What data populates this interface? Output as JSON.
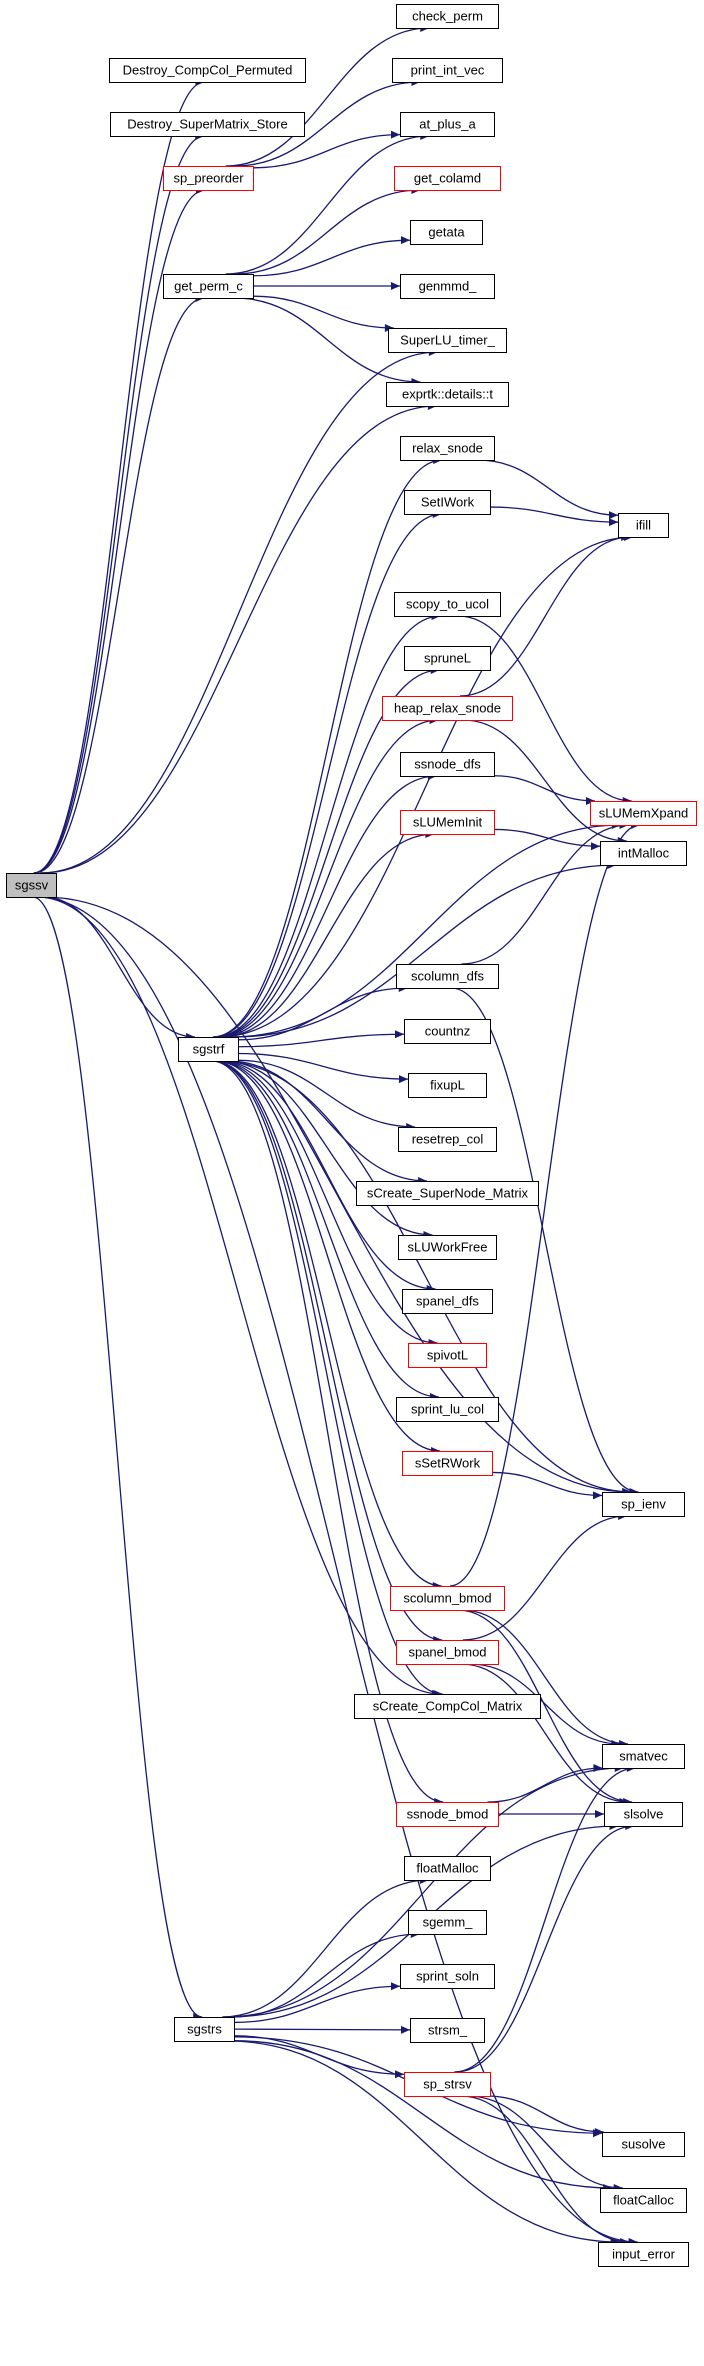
{
  "colors": {
    "edge": "#191970",
    "node_border": "#000000",
    "node_border_red": "#ff0000",
    "root_fill": "#bfbfbf",
    "node_fill": "#ffffff",
    "text": "#000000"
  },
  "nodes": [
    {
      "id": "sgssv",
      "label": "sgssv",
      "root": true
    },
    {
      "id": "destroy_compcol_permuted",
      "label": "Destroy_CompCol_Permuted"
    },
    {
      "id": "destroy_supermatrix_store",
      "label": "Destroy_SuperMatrix_Store"
    },
    {
      "id": "sp_preorder",
      "label": "sp_preorder",
      "red": true
    },
    {
      "id": "get_perm_c",
      "label": "get_perm_c"
    },
    {
      "id": "check_perm",
      "label": "check_perm"
    },
    {
      "id": "print_int_vec",
      "label": "print_int_vec"
    },
    {
      "id": "at_plus_a",
      "label": "at_plus_a"
    },
    {
      "id": "get_colamd",
      "label": "get_colamd",
      "red": true
    },
    {
      "id": "getata",
      "label": "getata"
    },
    {
      "id": "genmmd",
      "label": "genmmd_"
    },
    {
      "id": "superlu_timer",
      "label": "SuperLU_timer_"
    },
    {
      "id": "exprtk_t",
      "label": "exprtk::details::t"
    },
    {
      "id": "relax_snode",
      "label": "relax_snode"
    },
    {
      "id": "setiwork",
      "label": "SetIWork"
    },
    {
      "id": "ifill",
      "label": "ifill"
    },
    {
      "id": "scopy_to_ucol",
      "label": "scopy_to_ucol"
    },
    {
      "id": "spruneL",
      "label": "spruneL"
    },
    {
      "id": "heap_relax_snode",
      "label": "heap_relax_snode",
      "red": true
    },
    {
      "id": "ssnode_dfs",
      "label": "ssnode_dfs"
    },
    {
      "id": "slumemxpand",
      "label": "sLUMemXpand",
      "red": true
    },
    {
      "id": "slumeminit",
      "label": "sLUMemInit",
      "red": true
    },
    {
      "id": "intmalloc",
      "label": "intMalloc"
    },
    {
      "id": "scolumn_dfs",
      "label": "scolumn_dfs"
    },
    {
      "id": "sgstrf",
      "label": "sgstrf"
    },
    {
      "id": "countnz",
      "label": "countnz"
    },
    {
      "id": "fixupL",
      "label": "fixupL"
    },
    {
      "id": "resetrep_col",
      "label": "resetrep_col"
    },
    {
      "id": "screate_supernode_matrix",
      "label": "sCreate_SuperNode_Matrix"
    },
    {
      "id": "sluworkfree",
      "label": "sLUWorkFree"
    },
    {
      "id": "spanel_dfs",
      "label": "spanel_dfs"
    },
    {
      "id": "spivotL",
      "label": "spivotL",
      "red": true
    },
    {
      "id": "sprint_lu_col",
      "label": "sprint_lu_col"
    },
    {
      "id": "ssetrwork",
      "label": "sSetRWork",
      "red": true
    },
    {
      "id": "sp_ienv",
      "label": "sp_ienv"
    },
    {
      "id": "scolumn_bmod",
      "label": "scolumn_bmod",
      "red": true
    },
    {
      "id": "spanel_bmod",
      "label": "spanel_bmod",
      "red": true
    },
    {
      "id": "screate_compcol_matrix",
      "label": "sCreate_CompCol_Matrix"
    },
    {
      "id": "smatvec",
      "label": "smatvec"
    },
    {
      "id": "ssnode_bmod",
      "label": "ssnode_bmod",
      "red": true
    },
    {
      "id": "slsolve",
      "label": "slsolve"
    },
    {
      "id": "floatmalloc",
      "label": "floatMalloc"
    },
    {
      "id": "sgemm",
      "label": "sgemm_"
    },
    {
      "id": "sprint_soln",
      "label": "sprint_soln"
    },
    {
      "id": "sgstrs",
      "label": "sgstrs"
    },
    {
      "id": "strsm",
      "label": "strsm_"
    },
    {
      "id": "sp_strsv",
      "label": "sp_strsv",
      "red": true
    },
    {
      "id": "susolve",
      "label": "susolve"
    },
    {
      "id": "floatcalloc",
      "label": "floatCalloc"
    },
    {
      "id": "input_error",
      "label": "input_error"
    }
  ],
  "edges": [
    [
      "sgssv",
      "destroy_compcol_permuted"
    ],
    [
      "sgssv",
      "destroy_supermatrix_store"
    ],
    [
      "sgssv",
      "sp_preorder"
    ],
    [
      "sgssv",
      "get_perm_c"
    ],
    [
      "sgssv",
      "superlu_timer"
    ],
    [
      "sgssv",
      "exprtk_t"
    ],
    [
      "sgssv",
      "sgstrf"
    ],
    [
      "sgssv",
      "sp_ienv"
    ],
    [
      "sgssv",
      "screate_compcol_matrix"
    ],
    [
      "sgssv",
      "sgstrs"
    ],
    [
      "sgssv",
      "input_error"
    ],
    [
      "sp_preorder",
      "check_perm"
    ],
    [
      "sp_preorder",
      "print_int_vec"
    ],
    [
      "sp_preorder",
      "at_plus_a"
    ],
    [
      "get_perm_c",
      "at_plus_a"
    ],
    [
      "get_perm_c",
      "get_colamd"
    ],
    [
      "get_perm_c",
      "getata"
    ],
    [
      "get_perm_c",
      "genmmd"
    ],
    [
      "get_perm_c",
      "superlu_timer"
    ],
    [
      "get_perm_c",
      "exprtk_t"
    ],
    [
      "sgstrf",
      "relax_snode"
    ],
    [
      "sgstrf",
      "setiwork"
    ],
    [
      "sgstrf",
      "ifill"
    ],
    [
      "sgstrf",
      "scopy_to_ucol"
    ],
    [
      "sgstrf",
      "spruneL"
    ],
    [
      "sgstrf",
      "heap_relax_snode"
    ],
    [
      "sgstrf",
      "ssnode_dfs"
    ],
    [
      "sgstrf",
      "slumemxpand"
    ],
    [
      "sgstrf",
      "slumeminit"
    ],
    [
      "sgstrf",
      "intmalloc"
    ],
    [
      "sgstrf",
      "scolumn_dfs"
    ],
    [
      "sgstrf",
      "countnz"
    ],
    [
      "sgstrf",
      "fixupL"
    ],
    [
      "sgstrf",
      "resetrep_col"
    ],
    [
      "sgstrf",
      "screate_supernode_matrix"
    ],
    [
      "sgstrf",
      "sluworkfree"
    ],
    [
      "sgstrf",
      "spanel_dfs"
    ],
    [
      "sgstrf",
      "spivotL"
    ],
    [
      "sgstrf",
      "sprint_lu_col"
    ],
    [
      "sgstrf",
      "ssetrwork"
    ],
    [
      "sgstrf",
      "sp_ienv"
    ],
    [
      "sgstrf",
      "scolumn_bmod"
    ],
    [
      "sgstrf",
      "spanel_bmod"
    ],
    [
      "sgstrf",
      "screate_compcol_matrix"
    ],
    [
      "sgstrf",
      "ssnode_bmod"
    ],
    [
      "relax_snode",
      "ifill"
    ],
    [
      "setiwork",
      "ifill"
    ],
    [
      "scopy_to_ucol",
      "slumemxpand"
    ],
    [
      "heap_relax_snode",
      "ifill"
    ],
    [
      "heap_relax_snode",
      "intmalloc"
    ],
    [
      "ssnode_dfs",
      "slumemxpand"
    ],
    [
      "slumeminit",
      "intmalloc"
    ],
    [
      "scolumn_dfs",
      "slumemxpand"
    ],
    [
      "scolumn_dfs",
      "sp_ienv"
    ],
    [
      "ssetrwork",
      "sp_ienv"
    ],
    [
      "scolumn_bmod",
      "slumemxpand"
    ],
    [
      "scolumn_bmod",
      "smatvec"
    ],
    [
      "scolumn_bmod",
      "slsolve"
    ],
    [
      "spanel_bmod",
      "sp_ienv"
    ],
    [
      "spanel_bmod",
      "smatvec"
    ],
    [
      "spanel_bmod",
      "slsolve"
    ],
    [
      "ssnode_bmod",
      "smatvec"
    ],
    [
      "ssnode_bmod",
      "slsolve"
    ],
    [
      "sgstrs",
      "smatvec"
    ],
    [
      "sgstrs",
      "floatmalloc"
    ],
    [
      "sgstrs",
      "sgemm"
    ],
    [
      "sgstrs",
      "sprint_soln"
    ],
    [
      "sgstrs",
      "strsm"
    ],
    [
      "sgstrs",
      "slsolve"
    ],
    [
      "sgstrs",
      "sp_strsv"
    ],
    [
      "sgstrs",
      "susolve"
    ],
    [
      "sgstrs",
      "floatcalloc"
    ],
    [
      "sgstrs",
      "input_error"
    ],
    [
      "sp_strsv",
      "smatvec"
    ],
    [
      "sp_strsv",
      "slsolve"
    ],
    [
      "sp_strsv",
      "susolve"
    ],
    [
      "sp_strsv",
      "floatcalloc"
    ],
    [
      "sp_strsv",
      "input_error"
    ]
  ]
}
